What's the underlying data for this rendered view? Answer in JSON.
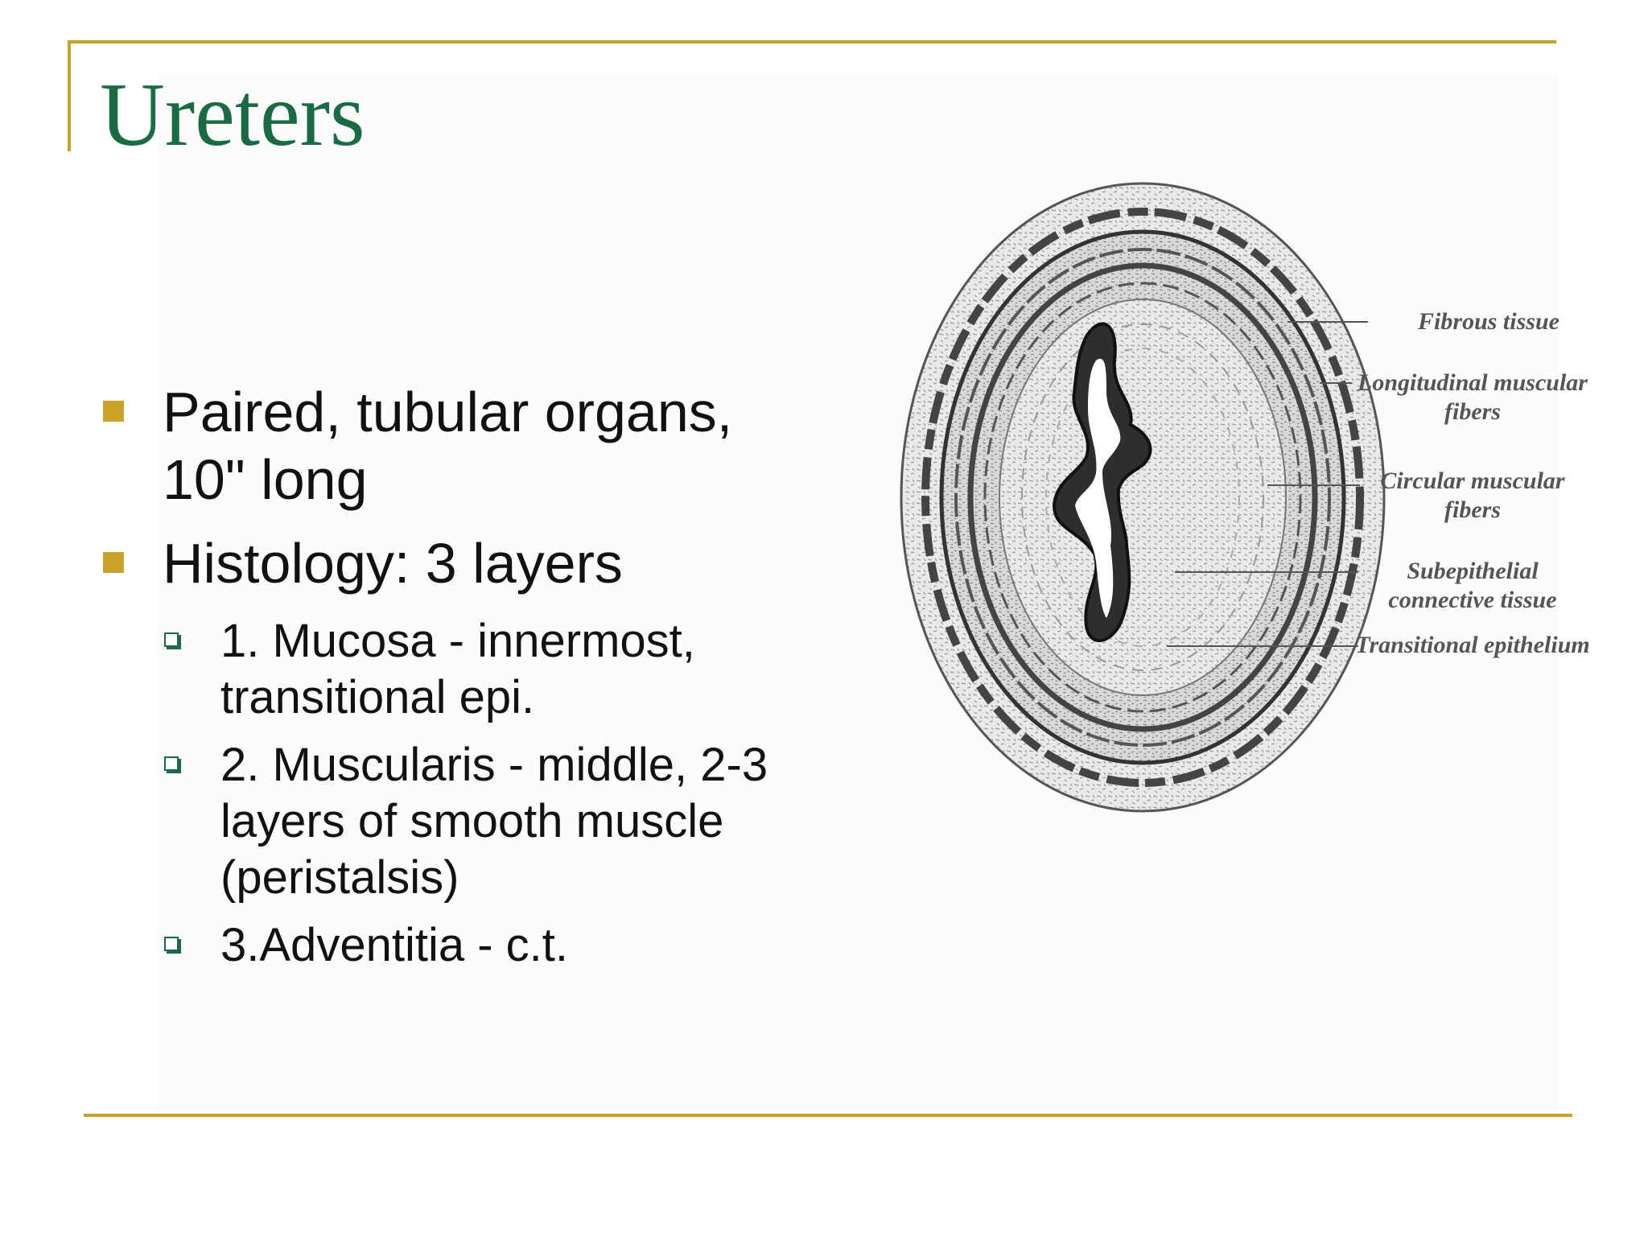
{
  "slide": {
    "title": "Ureters",
    "bullets": [
      {
        "text": "Paired, tubular organs, 10\" long"
      },
      {
        "text": "Histology: 3 layers"
      }
    ],
    "sub_bullets": [
      {
        "text": "1. Mucosa - innermost, transitional epi."
      },
      {
        "text": "2. Muscularis - middle, 2-3 layers of smooth muscle (peristalsis)"
      },
      {
        "text": "3.Adventitia - c.t."
      }
    ]
  },
  "figure": {
    "labels": [
      "Fibrous tissue",
      "Longitudinal muscular fibers",
      "Circular muscular fibers",
      "Subepithelial connective tissue",
      "Transitional epithelium"
    ]
  },
  "colors": {
    "accent_gold": "#c9a227",
    "title_green": "#1a6b44",
    "text": "#111111",
    "illustration_ink": "#444444"
  }
}
